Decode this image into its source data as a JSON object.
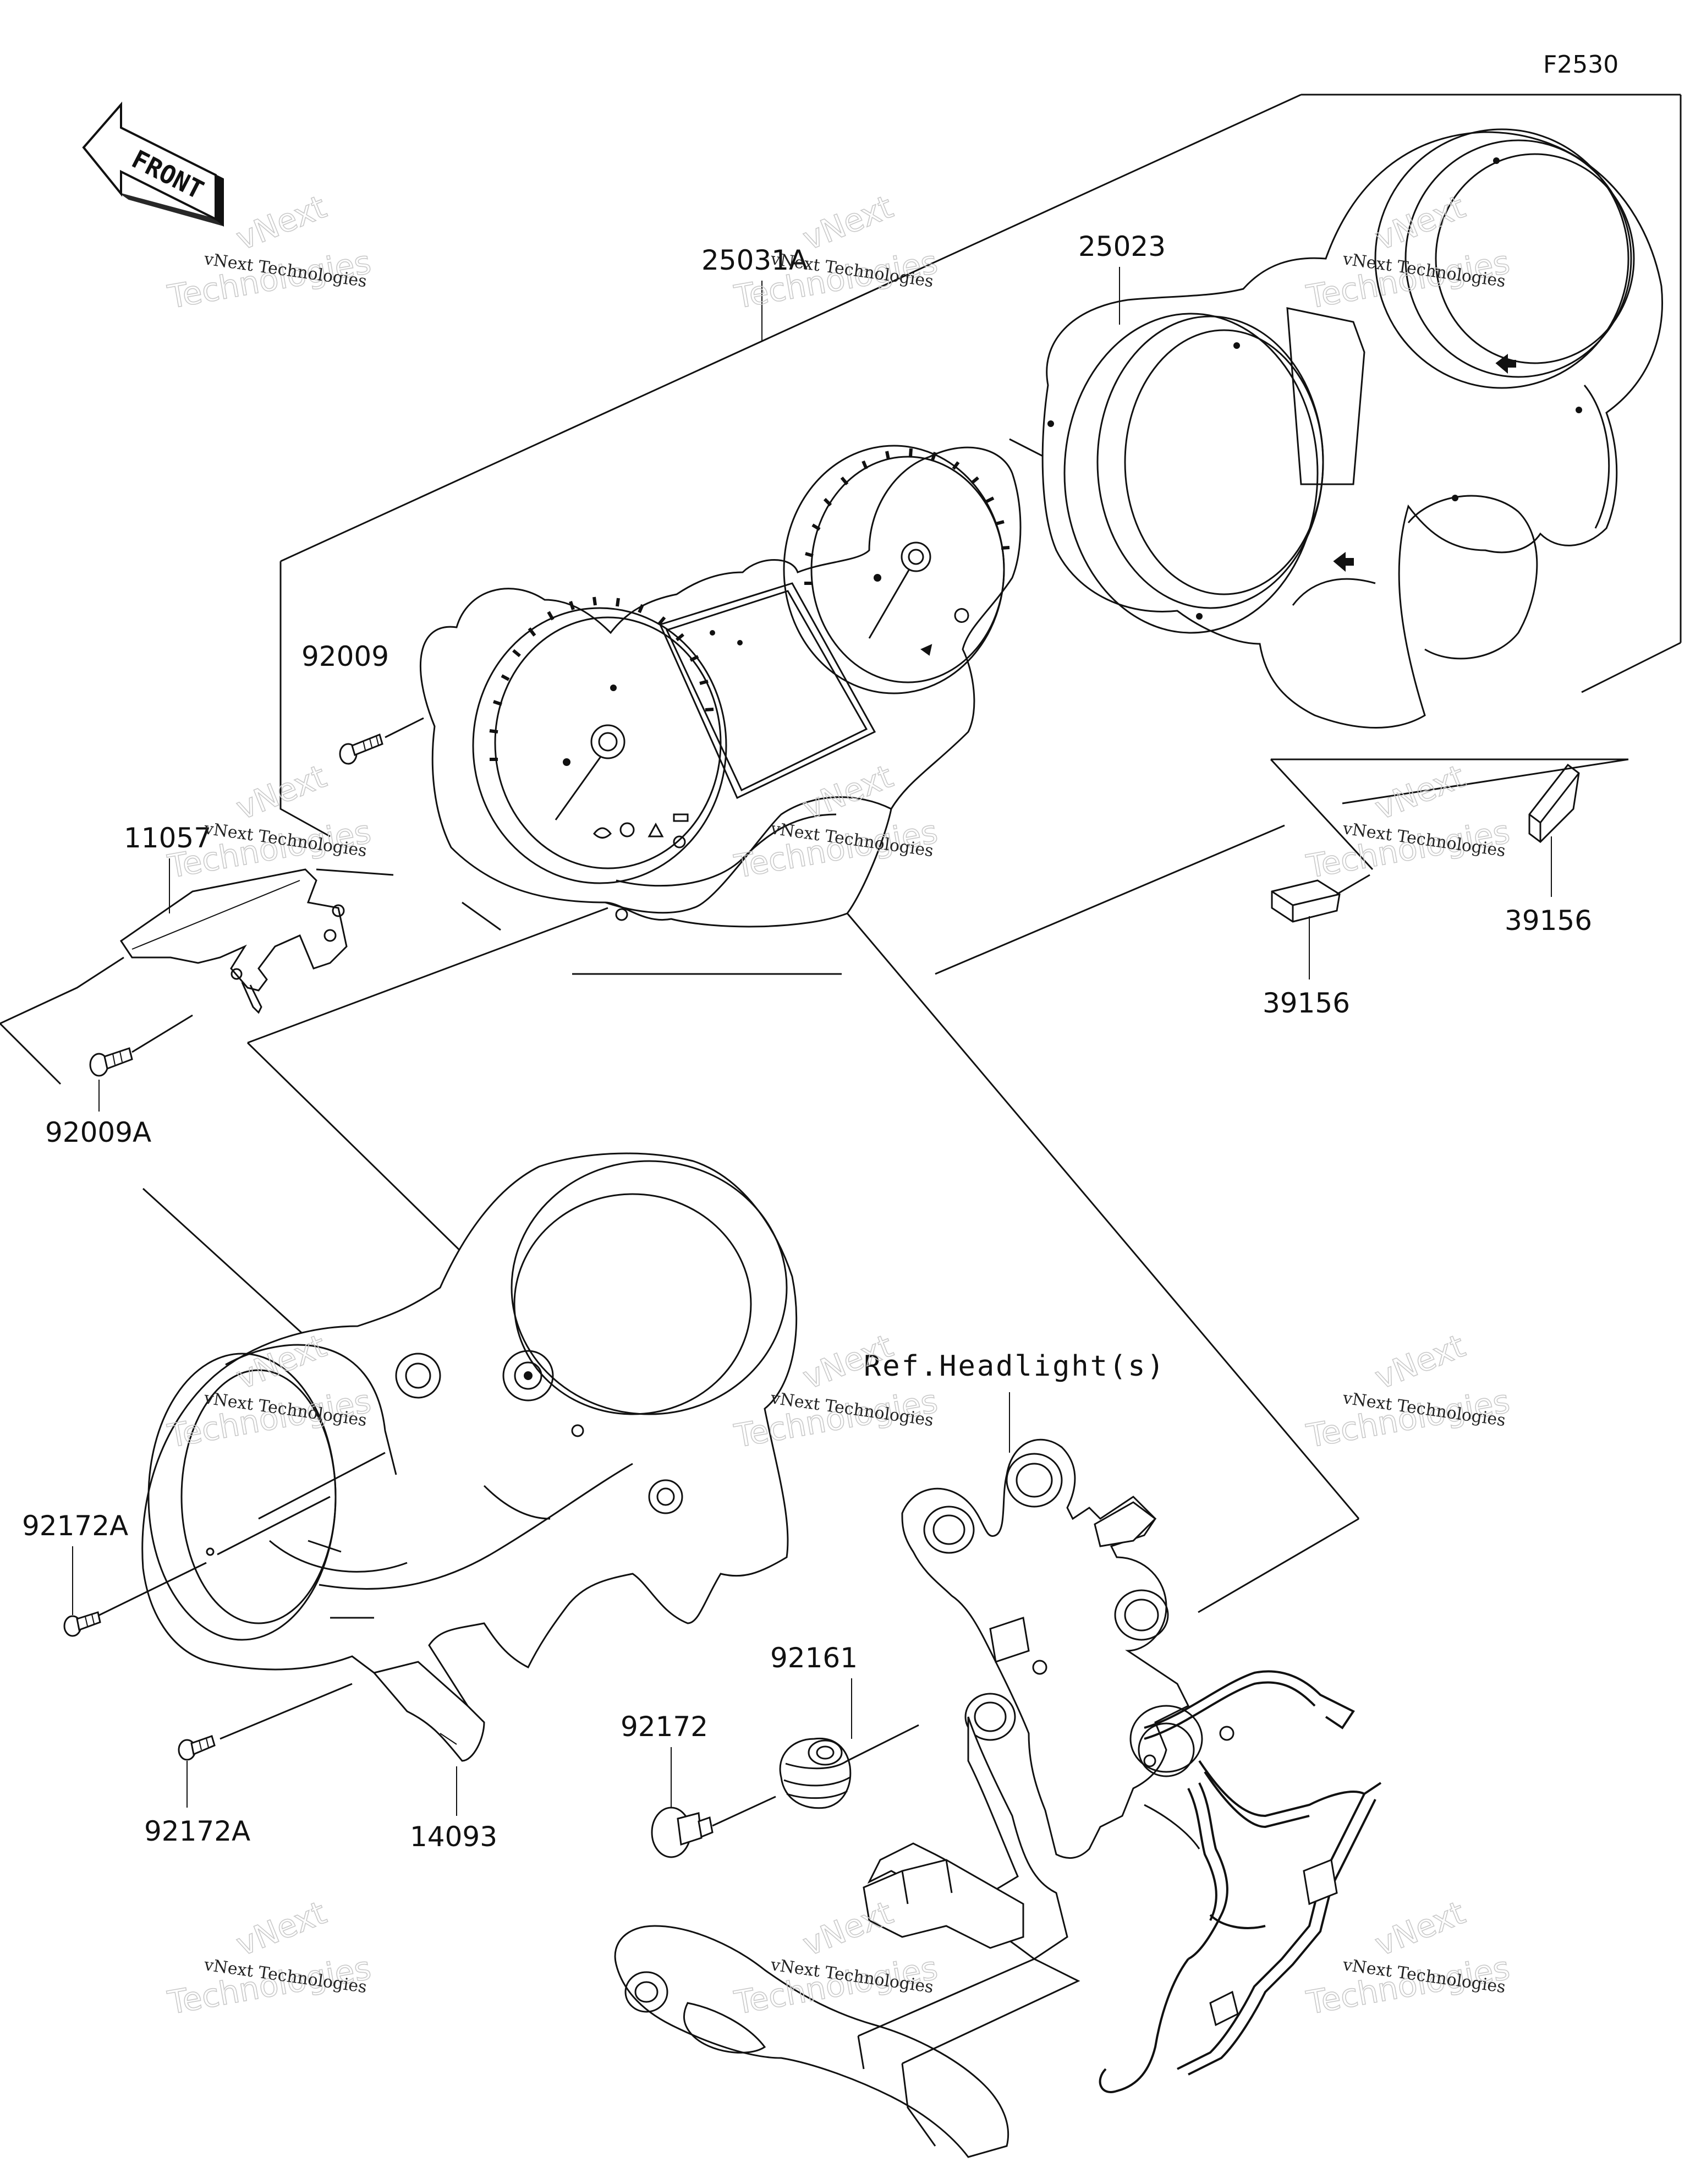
{
  "figure_code": "F2530",
  "front_label": "FRONT",
  "reference_label": "Ref.Headlight(s)",
  "watermark": {
    "small_text": "vNext Technologies",
    "big_text_line1": "vNext",
    "big_text_line2": "Technologies"
  },
  "parts": [
    {
      "id": "p25031A",
      "number": "25031A"
    },
    {
      "id": "p25023",
      "number": "25023"
    },
    {
      "id": "p92009",
      "number": "92009"
    },
    {
      "id": "p11057",
      "number": "11057"
    },
    {
      "id": "p92009A",
      "number": "92009A"
    },
    {
      "id": "p39156a",
      "number": "39156"
    },
    {
      "id": "p39156b",
      "number": "39156"
    },
    {
      "id": "p92172A_top",
      "number": "92172A"
    },
    {
      "id": "p92172A_bot",
      "number": "92172A"
    },
    {
      "id": "p14093",
      "number": "14093"
    },
    {
      "id": "p92172",
      "number": "92172"
    },
    {
      "id": "p92161",
      "number": "92161"
    }
  ]
}
